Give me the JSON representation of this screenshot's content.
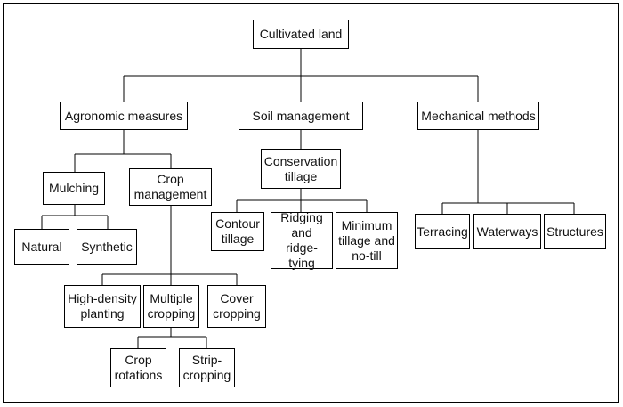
{
  "diagram": {
    "root": "Cultivated land",
    "agronomic": "Agronomic measures",
    "soil": "Soil management",
    "mechanical": "Mechanical methods",
    "mulching": "Mulching",
    "crop_management": "Crop\nmanagement",
    "conservation_tillage": "Conservation\ntillage",
    "natural": "Natural",
    "synthetic": "Synthetic",
    "contour_tillage": "Contour\ntillage",
    "ridging": "Ridging\nand\nridge-tying",
    "minimum_tillage": "Minimum\ntillage and\nno-till",
    "terracing": "Terracing",
    "waterways": "Waterways",
    "structures": "Structures",
    "high_density": "High-density\nplanting",
    "multiple_cropping": "Multiple\ncropping",
    "cover_cropping": "Cover\ncropping",
    "crop_rotations": "Crop\nrotations",
    "strip_cropping": "Strip-\ncropping"
  }
}
